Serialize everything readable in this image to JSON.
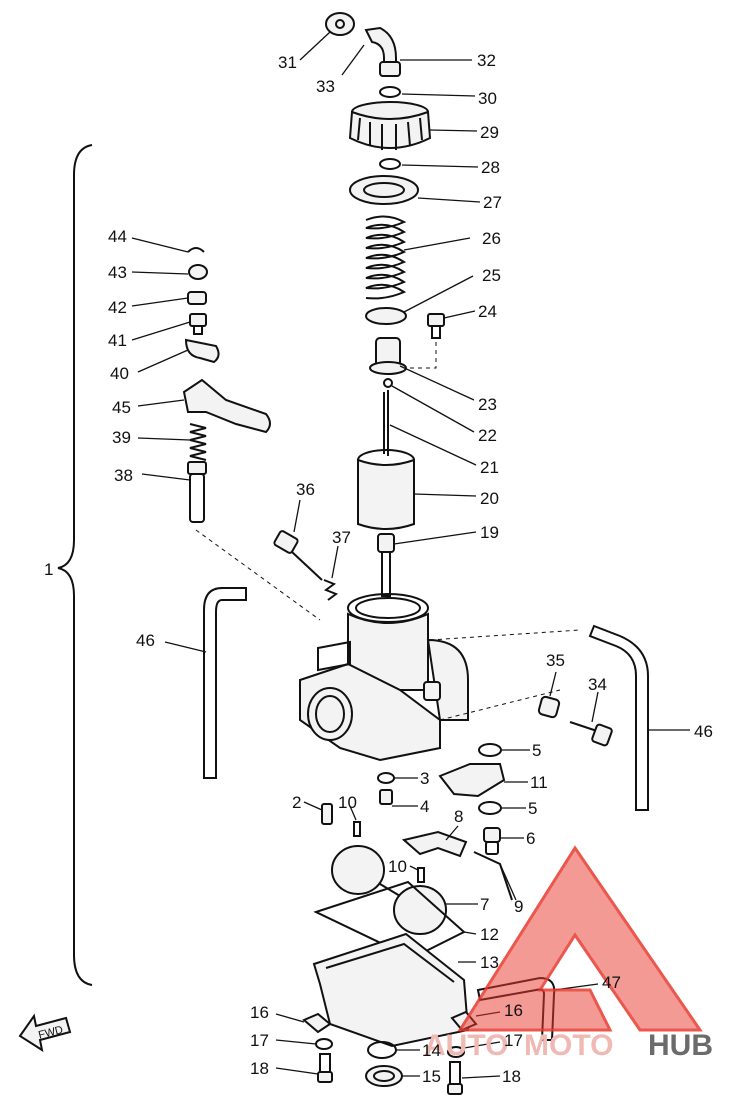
{
  "diagram": {
    "assembly_label": "1",
    "fwd_label": "FWD",
    "callouts": [
      "2",
      "3",
      "4",
      "5",
      "5",
      "6",
      "7",
      "8",
      "9",
      "10",
      "10",
      "11",
      "12",
      "13",
      "14",
      "15",
      "16",
      "16",
      "17",
      "17",
      "18",
      "18",
      "19",
      "20",
      "21",
      "22",
      "23",
      "24",
      "25",
      "26",
      "27",
      "28",
      "29",
      "30",
      "31",
      "32",
      "33",
      "34",
      "35",
      "36",
      "37",
      "38",
      "39",
      "40",
      "41",
      "42",
      "43",
      "44",
      "45",
      "46",
      "46",
      "47"
    ]
  },
  "watermark": {
    "text_auto": "AUTO",
    "text_moto": "MOTO",
    "text_hub": "HUB",
    "color_red": "#e8392f",
    "color_gray": "#5a5a5a"
  }
}
